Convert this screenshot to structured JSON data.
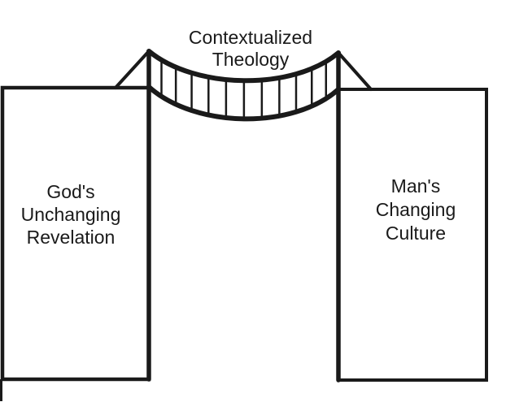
{
  "diagram": {
    "title": {
      "lines": [
        "Contextualized",
        "Theology"
      ]
    },
    "left_pillar": {
      "lines": [
        "God's",
        "Unchanging",
        "Revelation"
      ]
    },
    "right_pillar": {
      "lines": [
        "Man's",
        "Changing",
        "Culture"
      ]
    },
    "bridge": {
      "hanger_count": 11
    },
    "colors": {
      "ink": "#1a1a1a",
      "background": "#ffffff"
    }
  }
}
